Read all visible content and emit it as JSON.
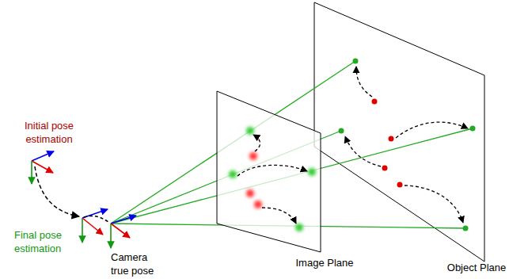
{
  "diagram": {
    "labels": [
      "Initial pose estimation",
      "Final pose estimation",
      "Camera true pose",
      "Image Plane",
      "Object Plane"
    ]
  }
}
